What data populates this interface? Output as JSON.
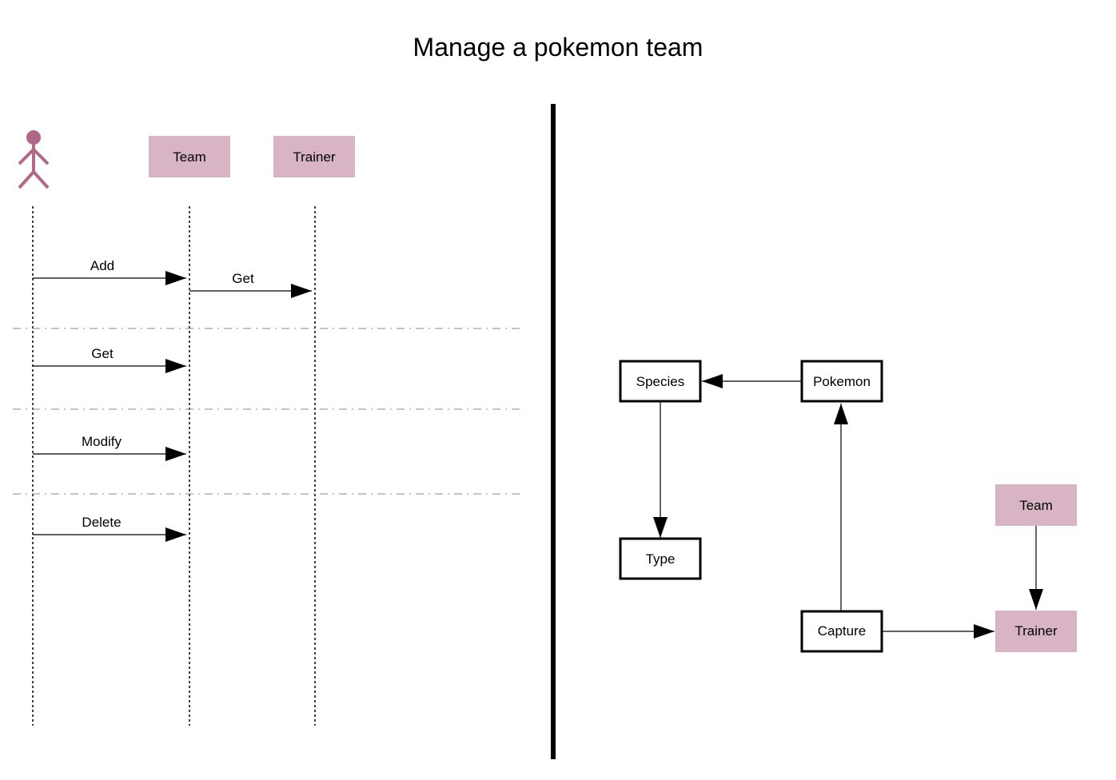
{
  "title": "Manage a pokemon team",
  "colors": {
    "participant_fill": "#d8b4c4",
    "actor": "#b06888",
    "line": "#000000",
    "divider": "#888888",
    "box_fill": "#ffffff"
  },
  "sequence": {
    "participants": [
      {
        "id": "actor",
        "kind": "actor",
        "icon": "stick-figure-icon"
      },
      {
        "id": "team",
        "kind": "box",
        "label": "Team"
      },
      {
        "id": "trainer",
        "kind": "box",
        "label": "Trainer"
      }
    ],
    "messages": [
      {
        "from": "actor",
        "to": "team",
        "label": "Add"
      },
      {
        "from": "team",
        "to": "trainer",
        "label": "Get"
      },
      {
        "from": "actor",
        "to": "team",
        "label": "Get"
      },
      {
        "from": "actor",
        "to": "team",
        "label": "Modify"
      },
      {
        "from": "actor",
        "to": "team",
        "label": "Delete"
      }
    ]
  },
  "graph": {
    "nodes": [
      {
        "id": "species",
        "label": "Species",
        "style": "outlined"
      },
      {
        "id": "pokemon",
        "label": "Pokemon",
        "style": "outlined"
      },
      {
        "id": "type",
        "label": "Type",
        "style": "outlined"
      },
      {
        "id": "capture",
        "label": "Capture",
        "style": "outlined"
      },
      {
        "id": "team",
        "label": "Team",
        "style": "filled"
      },
      {
        "id": "trainer",
        "label": "Trainer",
        "style": "filled"
      }
    ],
    "edges": [
      {
        "from": "pokemon",
        "to": "species"
      },
      {
        "from": "species",
        "to": "type"
      },
      {
        "from": "capture",
        "to": "pokemon"
      },
      {
        "from": "team",
        "to": "trainer"
      },
      {
        "from": "capture",
        "to": "trainer"
      }
    ]
  }
}
